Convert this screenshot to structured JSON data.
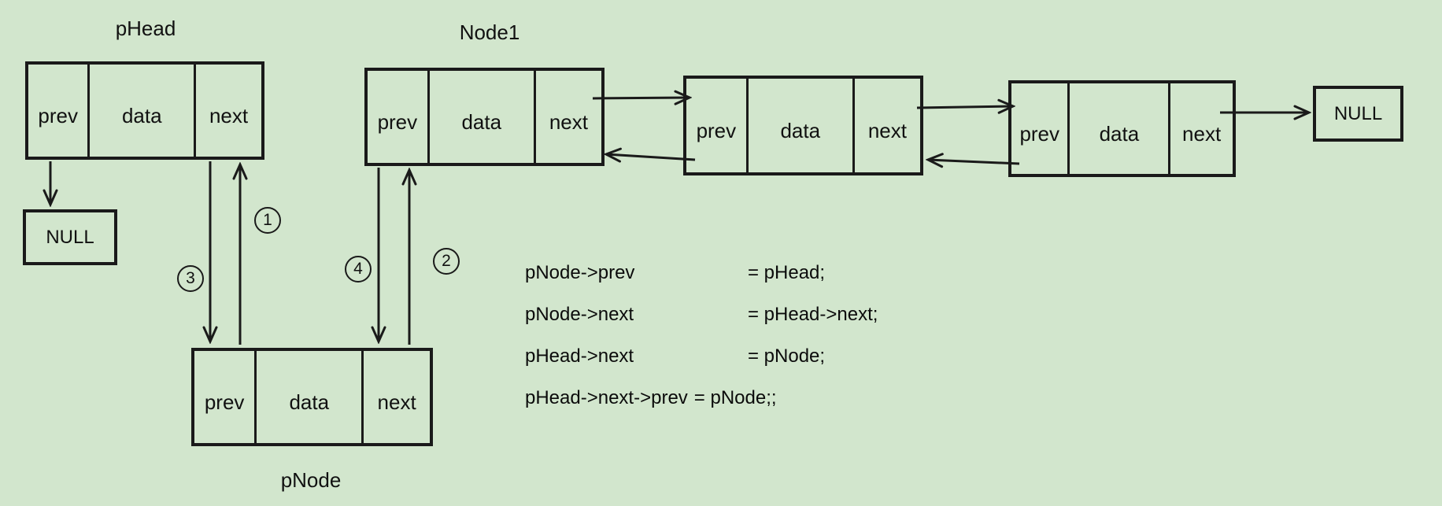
{
  "colors": {
    "background": "#d2e6cd",
    "line": "#1a1a1a",
    "text": "#111111"
  },
  "nodes": [
    {
      "label": "pHead",
      "cells": {
        "prev": "prev",
        "data": "data",
        "next": "next"
      }
    },
    {
      "label": "Node1",
      "cells": {
        "prev": "prev",
        "data": "data",
        "next": "next"
      }
    },
    {
      "label": "",
      "cells": {
        "prev": "prev",
        "data": "data",
        "next": "next"
      }
    },
    {
      "label": "",
      "cells": {
        "prev": "prev",
        "data": "data",
        "next": "next"
      }
    },
    {
      "label": "pNode",
      "cells": {
        "prev": "prev",
        "data": "data",
        "next": "next"
      }
    }
  ],
  "null_boxes": [
    {
      "label": "NULL"
    },
    {
      "label": "NULL"
    }
  ],
  "steps": [
    {
      "number": "1"
    },
    {
      "number": "2"
    },
    {
      "number": "3"
    },
    {
      "number": "4"
    }
  ],
  "code": {
    "lines": [
      {
        "lhs": "pNode->prev",
        "rhs": "= pHead;"
      },
      {
        "lhs": "pNode->next",
        "rhs": "= pHead->next;"
      },
      {
        "lhs": "pHead->next",
        "rhs": "= pNode;"
      },
      {
        "lhs": "pHead->next->prev",
        "rhs": "= pNode;;"
      }
    ]
  }
}
